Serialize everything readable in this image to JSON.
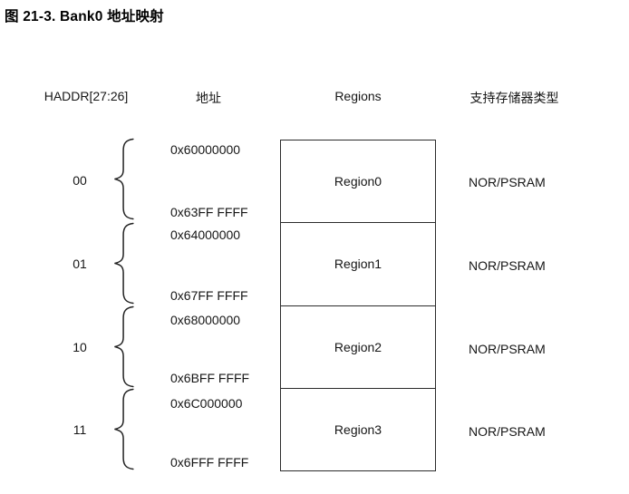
{
  "figure": {
    "title": "图 21-3. Bank0 地址映射"
  },
  "columns": {
    "haddr": "HADDR[27:26]",
    "address": "地址",
    "regions": "Regions",
    "memory_type": "支持存储器类型"
  },
  "rows": [
    {
      "bits": "00",
      "addr_start": "0x60000000",
      "addr_end": "0x63FF FFFF",
      "region": "Region0",
      "memory": "NOR/PSRAM"
    },
    {
      "bits": "01",
      "addr_start": "0x64000000",
      "addr_end": "0x67FF FFFF",
      "region": "Region1",
      "memory": "NOR/PSRAM"
    },
    {
      "bits": "10",
      "addr_start": "0x68000000",
      "addr_end": "0x6BFF FFFF",
      "region": "Region2",
      "memory": "NOR/PSRAM"
    },
    {
      "bits": "11",
      "addr_start": "0x6C000000",
      "addr_end": "0x6FFF FFFF",
      "region": "Region3",
      "memory": "NOR/PSRAM"
    }
  ]
}
